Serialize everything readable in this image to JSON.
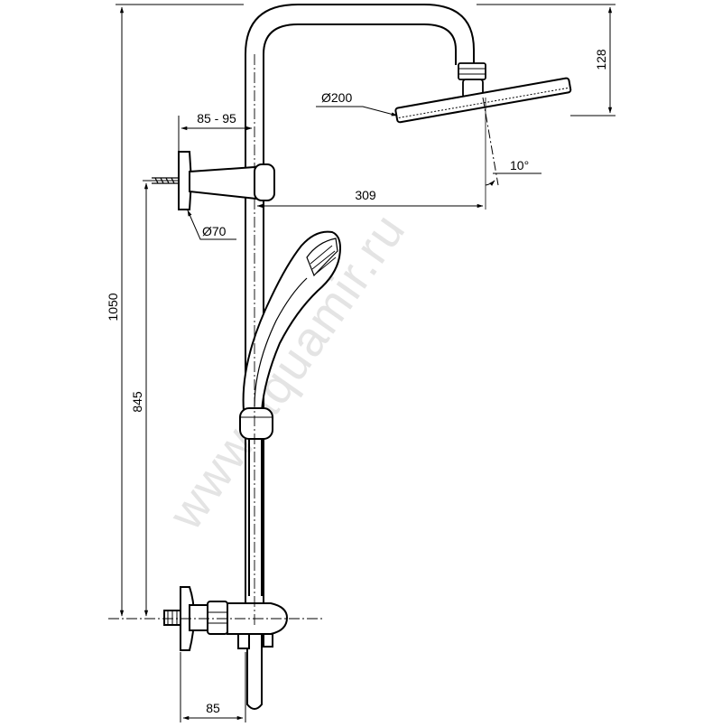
{
  "dimensions": {
    "total_height": "1050",
    "inlet_height": "845",
    "head_drop": "128",
    "wall_distance_range": "85 - 95",
    "arm_reach": "309",
    "flange_diameter": "Ø70",
    "head_diameter": "Ø200",
    "head_tilt": "10°",
    "mixer_projection": "85"
  },
  "watermark": "www.aquamir.ru"
}
